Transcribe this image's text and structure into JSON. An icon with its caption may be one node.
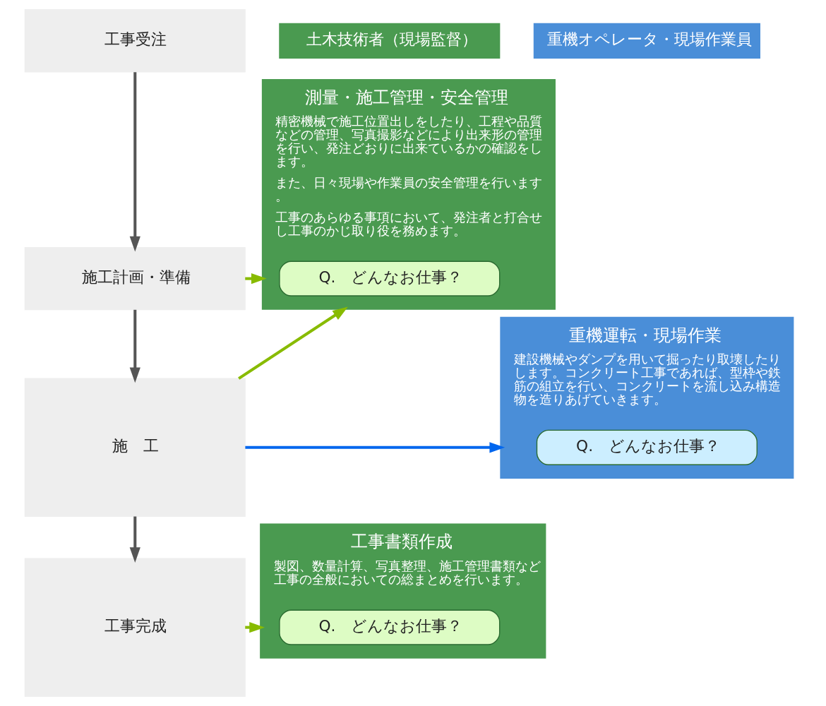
{
  "diagram": {
    "nodes": [
      {
        "text": [
          "土木技術者（現場監督）"
        ]
      },
      {
        "text": [
          "重機オペレータ・現場作業員"
        ]
      },
      {
        "text": [
          "工事受注"
        ]
      },
      {
        "text": [
          "施工計画・準備"
        ]
      },
      {
        "text": [
          "施　工"
        ]
      },
      {
        "text": [
          "工事完成"
        ]
      },
      {
        "text": [
          "測量・施工管理・安全管理",
          "精密機械で施工位置出しをしたり、工程や品質などの管理、写真撮影などにより出来形の管理を行い、発注どおりに出来ているかの確認をします。",
          "また、日々現場や作業員の安全管理を行います。",
          "工事のあらゆる事項において、発注者と打合せし工事のかじ取り役を務めます。"
        ]
      },
      {
        "text": [
          "Q.　どんなお仕事？"
        ],
        "in": 6
      },
      {
        "text": [
          "重機運転・現場作業",
          "建設機械やダンプを用いて掘ったり取壊したりします。コンクリート工事であれば、型枠や鉄筋の組立を行い、コンクリートを流し込み構造物を造りあげていきます。"
        ]
      },
      {
        "text": [
          "Q.　どんなお仕事？"
        ],
        "in": 8
      },
      {
        "text": [
          "工事書類作成",
          "製図、数量計算、写真整理、施工管理書類など工事の全般においての総まとめを行います。"
        ]
      },
      {
        "text": [
          "Q.　どんなお仕事？"
        ],
        "in": 10
      }
    ],
    "edges": [
      {
        "from": 2,
        "to": 3,
        "arrow": "to"
      },
      {
        "from": 3,
        "to": 4,
        "arrow": "to"
      },
      {
        "from": 4,
        "to": 5,
        "arrow": "to"
      },
      {
        "from": 3,
        "to": 6,
        "arrow": "to",
        "color": "#88bb00"
      },
      {
        "from": 4,
        "to": 6,
        "arrow": "to",
        "color": "#88bb00"
      },
      {
        "from": 4,
        "to": 8,
        "arrow": "to",
        "color": "#0066ee"
      },
      {
        "from": 5,
        "to": 10,
        "arrow": "to",
        "color": "#88bb00"
      }
    ]
  }
}
